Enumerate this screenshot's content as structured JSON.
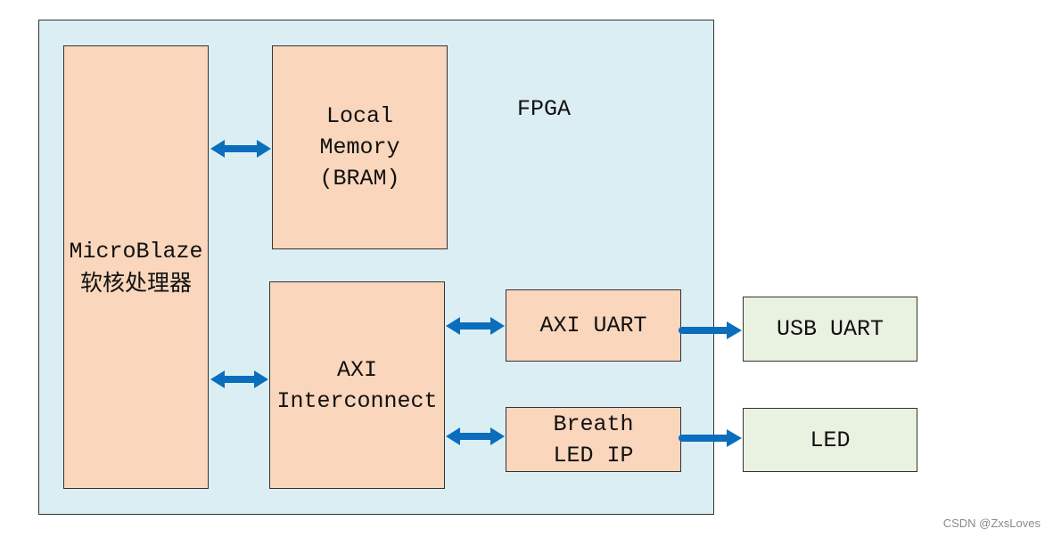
{
  "fpga": {
    "label": "FPGA"
  },
  "microblaze": {
    "line1": "MicroBlaze",
    "line2": "软核处理器"
  },
  "local_memory": {
    "line1": "Local",
    "line2": "Memory",
    "line3": "(BRAM)"
  },
  "axi_interconnect": {
    "line1": "AXI",
    "line2": "Interconnect"
  },
  "axi_uart": {
    "label": "AXI UART"
  },
  "breath_led_ip": {
    "line1": "Breath",
    "line2": "LED IP"
  },
  "usb_uart": {
    "label": "USB UART"
  },
  "led": {
    "label": "LED"
  },
  "colors": {
    "fpga_fill": "#dbeef3",
    "block_fill": "#f9d6bc",
    "external_fill": "#e9f1e0",
    "arrow": "#0a6ebd"
  },
  "watermark": "CSDN @ZxsLoves"
}
